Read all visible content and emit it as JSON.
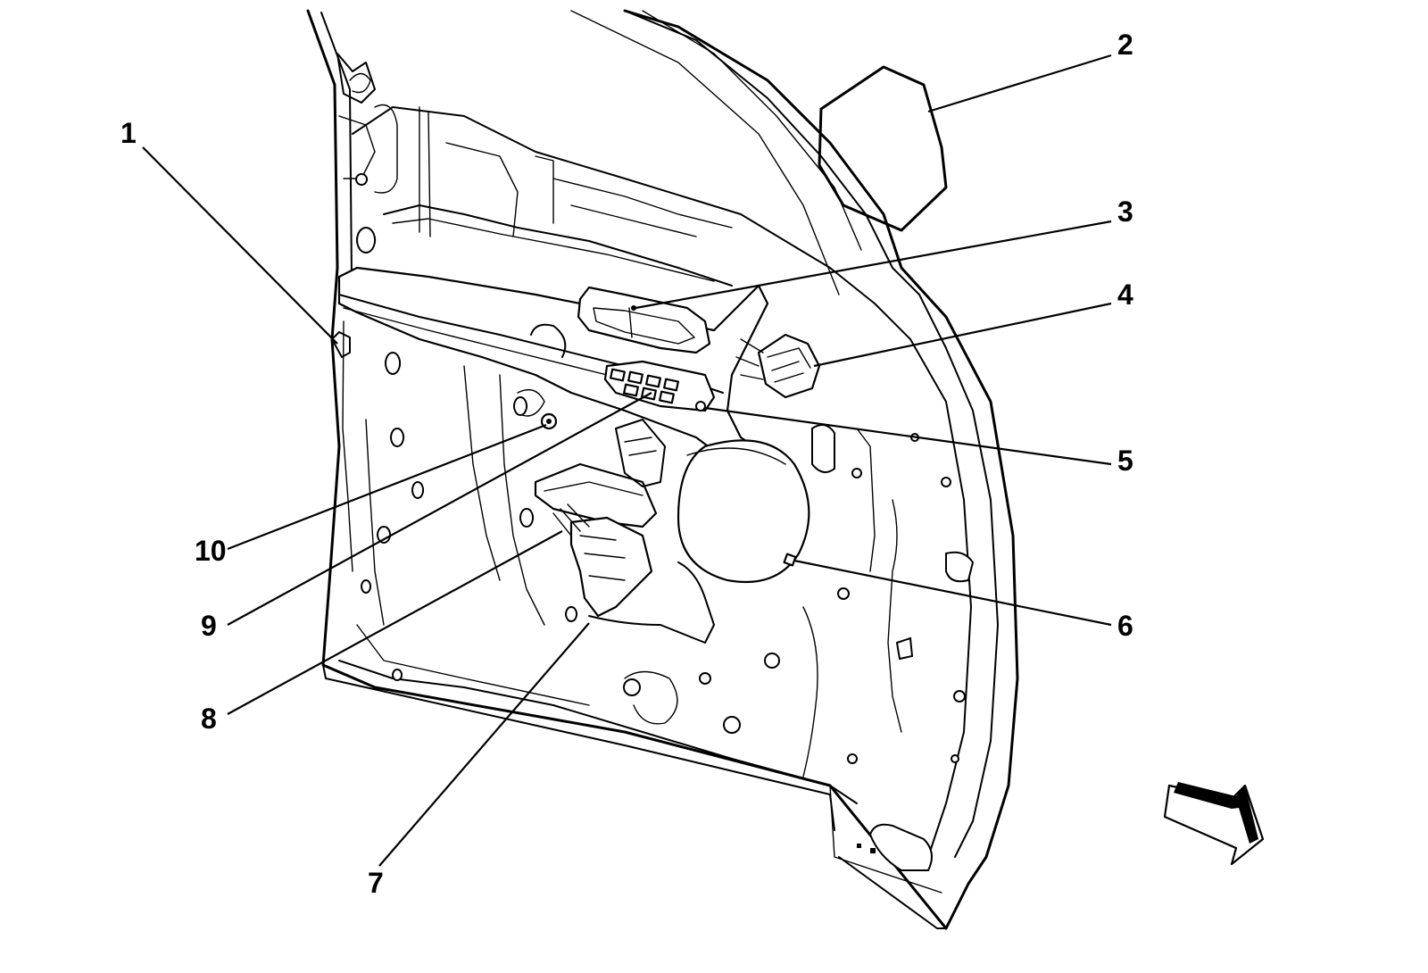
{
  "callouts": [
    {
      "id": "1",
      "label": "1"
    },
    {
      "id": "2",
      "label": "2"
    },
    {
      "id": "3",
      "label": "3"
    },
    {
      "id": "4",
      "label": "4"
    },
    {
      "id": "5",
      "label": "5"
    },
    {
      "id": "6",
      "label": "6"
    },
    {
      "id": "7",
      "label": "7"
    },
    {
      "id": "8",
      "label": "8"
    },
    {
      "id": "9",
      "label": "9"
    },
    {
      "id": "10",
      "label": "10"
    }
  ],
  "icons": {
    "view_direction": "arrow-icon"
  }
}
